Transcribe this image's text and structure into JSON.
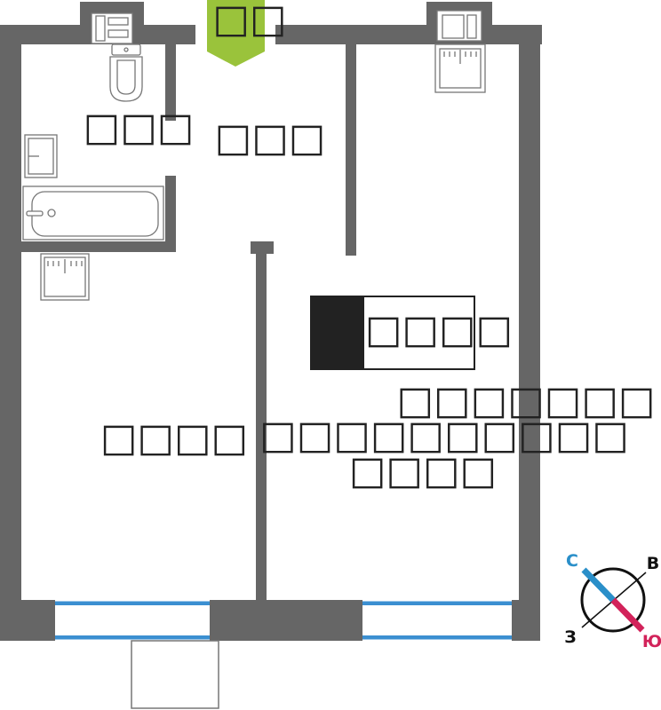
{
  "plan": {
    "entrance_label": "□□",
    "rooms": {
      "bathroom": "□□□",
      "hallway": "□□□",
      "bedroom": "□□□□",
      "kitchen_living": [
        "□□□□□□□",
        "□□□□□□□□□□",
        "□□□□"
      ],
      "wardrobe": "□□□□"
    }
  },
  "compass": {
    "north": "С",
    "east": "В",
    "west": "З",
    "south": "Ю"
  },
  "colors": {
    "wall": "#666666",
    "window": "#3b8fd1",
    "entrance_arrow": "#9ac33b",
    "north": "#2a8fc9",
    "south": "#d2225a",
    "text": "#222222",
    "fixture": "#777777",
    "appliance_fill": "#222222"
  }
}
